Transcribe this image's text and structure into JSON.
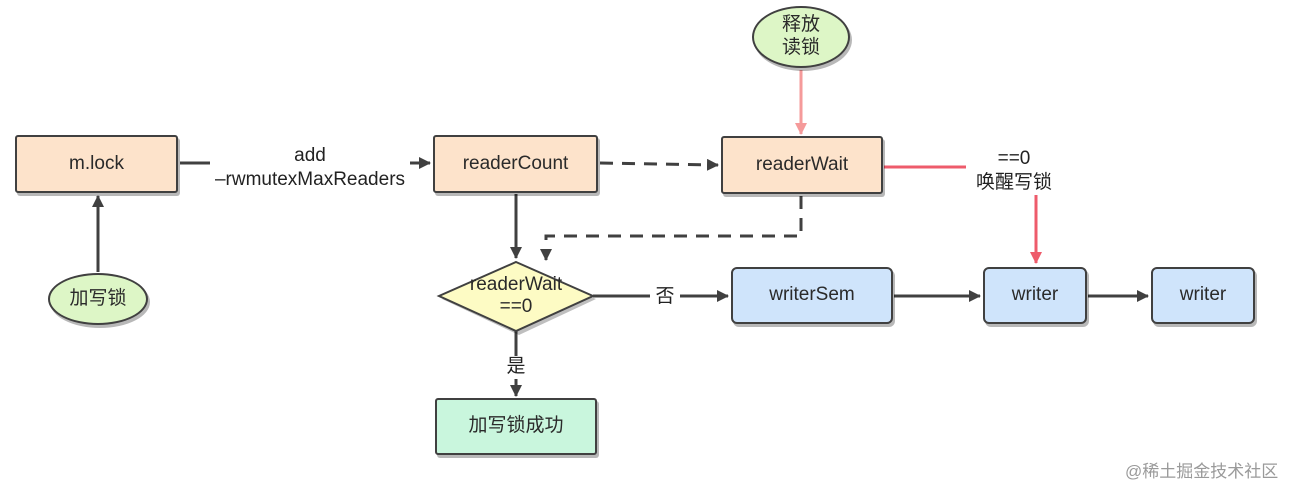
{
  "nodes": {
    "mlock": "m.lock",
    "reader_count": "readerCount",
    "reader_wait": "readerWait",
    "decision": "readerWait\n==0",
    "writer_sem": "writerSem",
    "writer1": "writer",
    "writer2": "writer",
    "success": "加写锁成功",
    "add_write_lock": "加写锁",
    "release_read_lock": "释放\n读锁"
  },
  "edge_labels": {
    "add_readers": "add\n–rwmutexMaxReaders",
    "wake_writer": "==0\n唤醒写锁",
    "no": "否",
    "yes": "是"
  },
  "watermark": "@稀土掘金技术社区",
  "colors": {
    "process_fill": "#fde3cb",
    "queue_fill": "#cfe4fb",
    "success_fill": "#c9f6dd",
    "decision_fill": "#fdfbc4",
    "event_fill": "#ddf6c6",
    "release_edge": "#f59a9a",
    "wake_edge": "#ee5b6b"
  }
}
